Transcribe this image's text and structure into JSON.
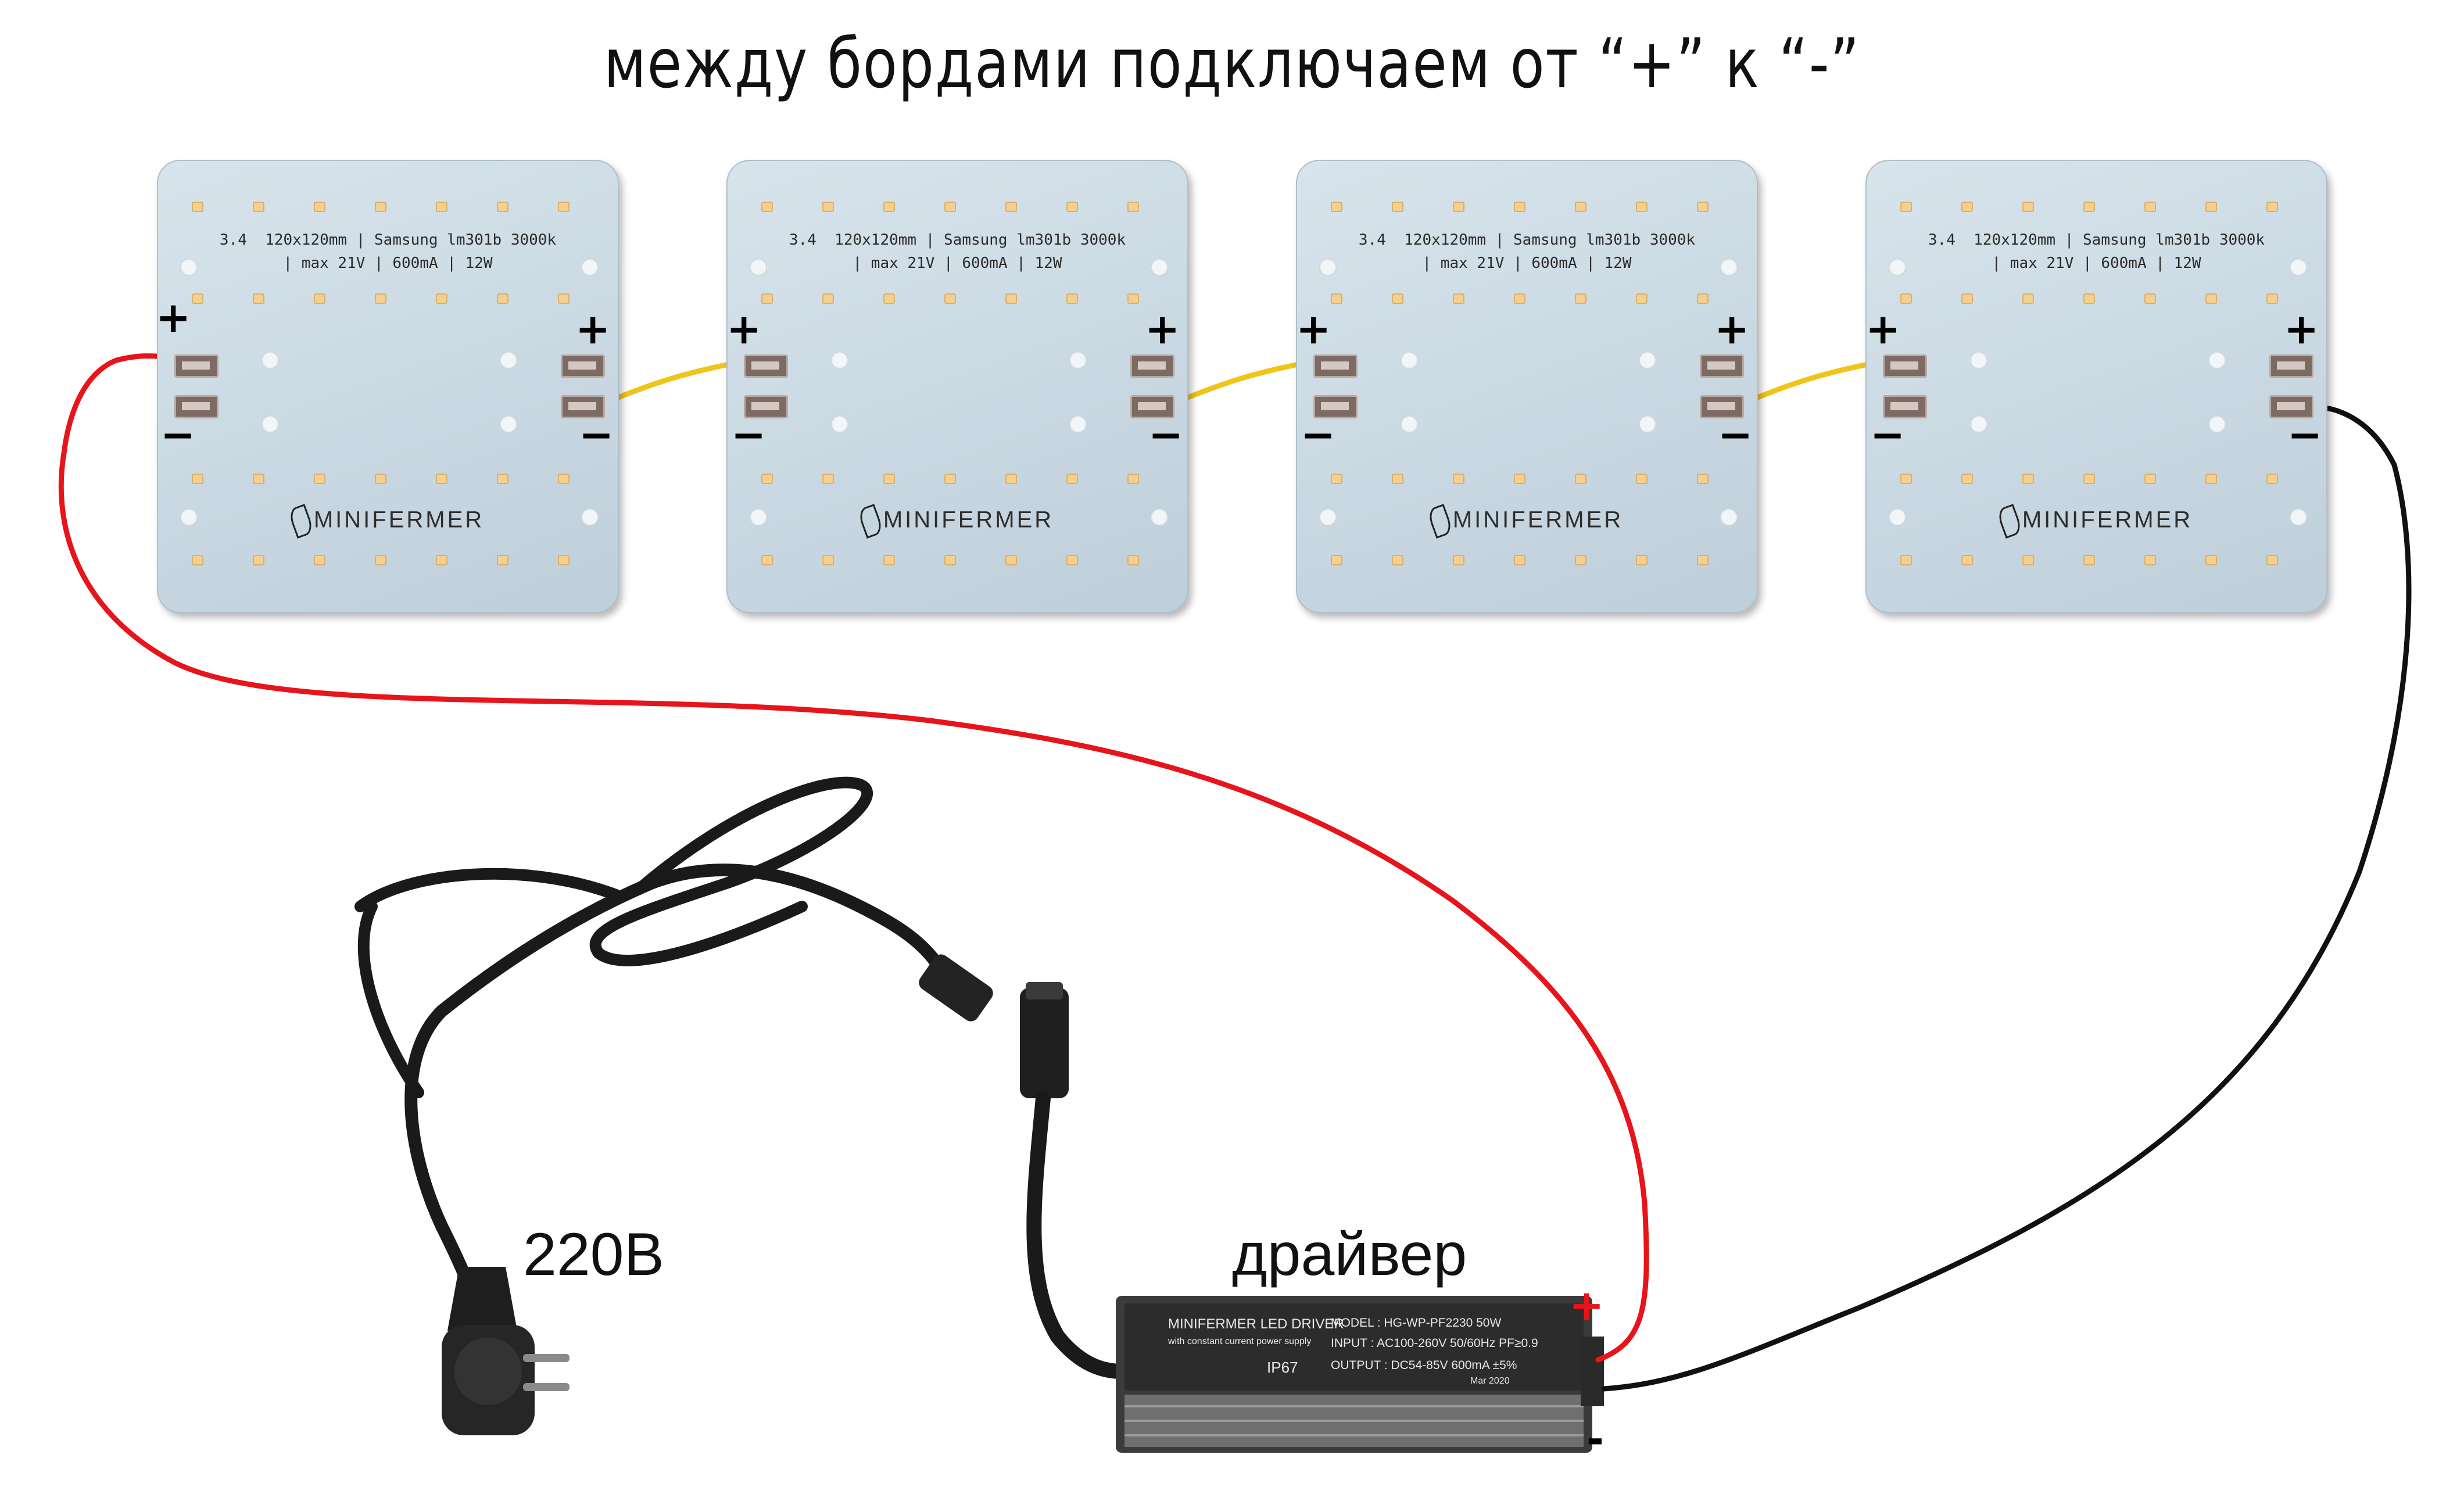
{
  "title": "между бордами подключаем от “+” к “-”",
  "boards": [
    {
      "spec_line1": "3.4  120x120mm | Samsung lm301b 3000k",
      "spec_line2": "| max 21V | 600mA | 12W",
      "brand": "MINIFERMER",
      "plus": "+",
      "minus": "−"
    },
    {
      "spec_line1": "3.4  120x120mm | Samsung lm301b 3000k",
      "spec_line2": "| max 21V | 600mA | 12W",
      "brand": "MINIFERMER",
      "plus": "+",
      "minus": "−"
    },
    {
      "spec_line1": "3.4  120x120mm | Samsung lm301b 3000k",
      "spec_line2": "| max 21V | 600mA | 12W",
      "brand": "MINIFERMER",
      "plus": "+",
      "minus": "−"
    },
    {
      "spec_line1": "3.4  120x120mm | Samsung lm301b 3000k",
      "spec_line2": "| max 21V | 600mA | 12W",
      "brand": "MINIFERMER",
      "plus": "+",
      "minus": "−"
    }
  ],
  "mains_label": "220В",
  "driver_label": "драйвер",
  "driver_plus": "+",
  "driver_minus": "-",
  "driver": {
    "brand": "MINIFERMER LED DRIVER",
    "tagline": "with constant current power supply",
    "model": "MODEL : HG-WP-PF2230   50W",
    "input": "INPUT : AC100-260V  50/60Hz  PF≥0.9",
    "output": "OUTPUT : DC54-85V   600mA ±5%",
    "rating": "IP67",
    "date": "Mar 2020"
  },
  "colors": {
    "positive_wire": "#e8141b",
    "negative_wire": "#111111",
    "jumper_wire": "#f0c418",
    "driver_body": "#3b3b3b",
    "board": "#cfdde6"
  }
}
